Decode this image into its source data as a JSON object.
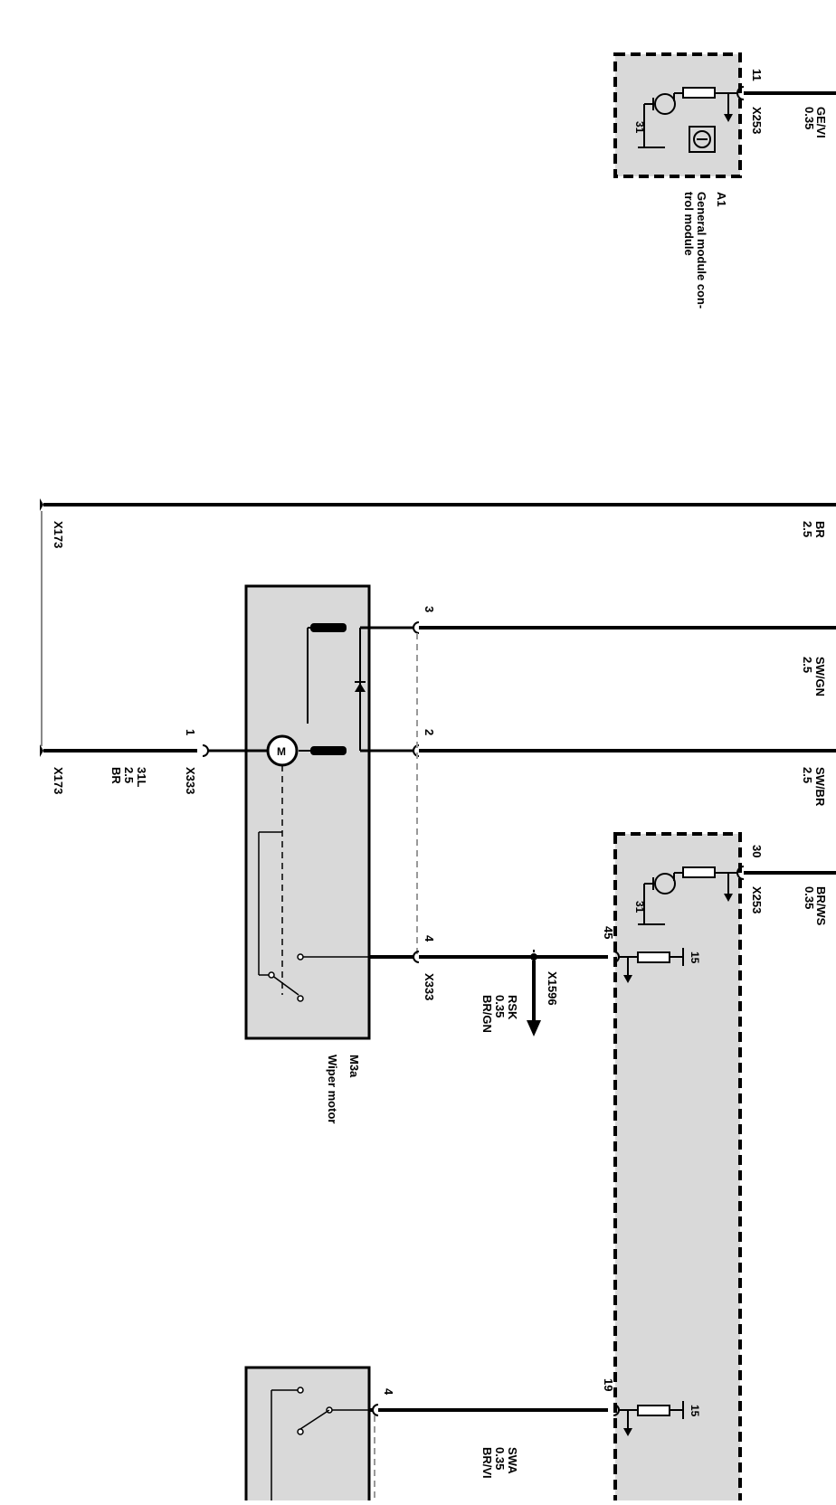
{
  "module_a1": {
    "pin_top": "11",
    "connector_top": "X253",
    "wire_top_gauge": "0.35",
    "wire_top_color": "GE/VI",
    "ground_top": "31",
    "ref": "A1",
    "name_line1": "General module con-",
    "name_line2": "trol module",
    "pin_30": "30",
    "connector_30": "X253",
    "wire_30_gauge": "0.35",
    "wire_30_color": "BR/WS",
    "ground_30": "31",
    "pin_45": "45",
    "supply_45": "15",
    "pin_19": "19",
    "supply_19": "15"
  },
  "supply_wire": {
    "gauge": "2.5",
    "color": "BR",
    "connector_left_top": "X173",
    "connector_left_bottom": "X173"
  },
  "wiper_motor": {
    "ref": "M3a",
    "name": "Wiper motor",
    "motor_symbol": "M",
    "pin_3": "3",
    "wire_3_gauge": "2.5",
    "wire_3_color": "SW/GN",
    "pin_2": "2",
    "wire_2_gauge": "2.5",
    "wire_2_color": "SW/BR",
    "pin_1": "1",
    "connector_1": "X333",
    "wire_1_term": "31L",
    "wire_1_gauge": "2.5",
    "wire_1_color": "BR",
    "pin_4": "4",
    "connector_4": "X333"
  },
  "rsk_wire": {
    "splice": "X1596",
    "name": "RSK",
    "gauge": "0.35",
    "color": "BR/GN"
  },
  "lower_switch": {
    "pin_4": "4",
    "name": "SWA",
    "gauge": "0.35",
    "color": "BR/VI"
  }
}
